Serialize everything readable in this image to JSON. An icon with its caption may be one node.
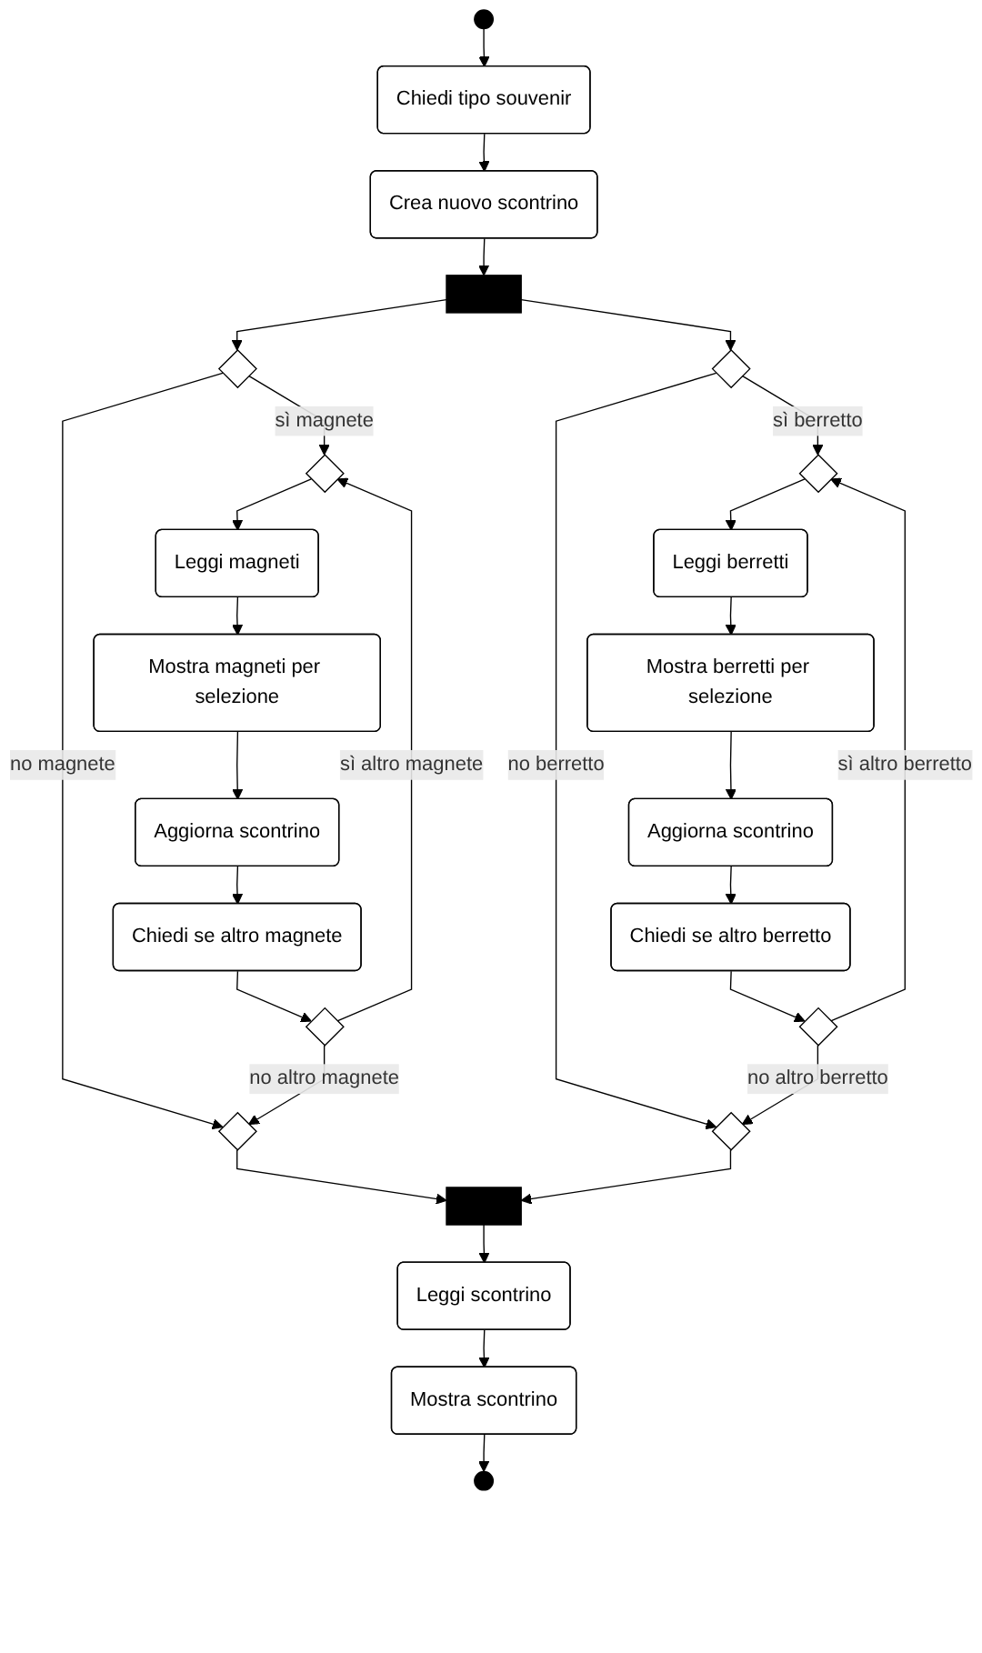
{
  "diagram": {
    "nodes": [
      {
        "text": [],
        "shape": "circle"
      },
      {
        "text": [
          "Chiedi tipo souvenir"
        ]
      },
      {
        "text": [
          "Crea nuovo scontrino"
        ]
      },
      {
        "text": [],
        "shape": "bar"
      },
      {
        "text": [],
        "shape": "diamond"
      },
      {
        "text": [],
        "shape": "diamond"
      },
      {
        "text": [
          "Leggi magneti"
        ]
      },
      {
        "text": [
          "Mostra magneti per selezione"
        ]
      },
      {
        "text": [
          "Aggiorna scontrino"
        ]
      },
      {
        "text": [
          "Chiedi se altro magnete"
        ]
      },
      {
        "text": [],
        "shape": "diamond"
      },
      {
        "text": [],
        "shape": "diamond"
      },
      {
        "text": [],
        "shape": "diamond"
      },
      {
        "text": [],
        "shape": "diamond"
      },
      {
        "text": [
          "Leggi berretti"
        ]
      },
      {
        "text": [
          "Mostra berretti per selezione"
        ]
      },
      {
        "text": [
          "Aggiorna scontrino"
        ]
      },
      {
        "text": [
          "Chiedi se altro berretto"
        ]
      },
      {
        "text": [],
        "shape": "diamond"
      },
      {
        "text": [],
        "shape": "diamond"
      },
      {
        "text": [],
        "shape": "bar"
      },
      {
        "text": [
          "Leggi scontrino"
        ]
      },
      {
        "text": [
          "Mostra scontrino"
        ]
      },
      {
        "text": [],
        "shape": "circle"
      }
    ],
    "edges": [
      {
        "from": 0,
        "to": 1,
        "arrow": "to"
      },
      {
        "from": 1,
        "to": 2,
        "arrow": "to"
      },
      {
        "from": 2,
        "to": 3,
        "arrow": "to"
      },
      {
        "from": 3,
        "to": 4,
        "arrow": "to"
      },
      {
        "from": 3,
        "to": 12,
        "arrow": "to"
      },
      {
        "from": 4,
        "to": 5,
        "arrow": "to",
        "label": "sì magnete"
      },
      {
        "from": 4,
        "to": 11,
        "arrow": "to",
        "label": "no magnete"
      },
      {
        "from": 5,
        "to": 6,
        "arrow": "to"
      },
      {
        "from": 6,
        "to": 7,
        "arrow": "to"
      },
      {
        "from": 7,
        "to": 8,
        "arrow": "to"
      },
      {
        "from": 8,
        "to": 9,
        "arrow": "to"
      },
      {
        "from": 9,
        "to": 10,
        "arrow": "to"
      },
      {
        "from": 10,
        "to": 5,
        "arrow": "to",
        "label": "sì altro magnete"
      },
      {
        "from": 10,
        "to": 11,
        "arrow": "to",
        "label": "no altro magnete"
      },
      {
        "from": 11,
        "to": 20,
        "arrow": "to"
      },
      {
        "from": 12,
        "to": 13,
        "arrow": "to",
        "label": "sì berretto"
      },
      {
        "from": 12,
        "to": 19,
        "arrow": "to",
        "label": "no berretto"
      },
      {
        "from": 13,
        "to": 14,
        "arrow": "to"
      },
      {
        "from": 14,
        "to": 15,
        "arrow": "to"
      },
      {
        "from": 15,
        "to": 16,
        "arrow": "to"
      },
      {
        "from": 16,
        "to": 17,
        "arrow": "to"
      },
      {
        "from": 17,
        "to": 18,
        "arrow": "to"
      },
      {
        "from": 18,
        "to": 13,
        "arrow": "to",
        "label": "sì altro berretto"
      },
      {
        "from": 18,
        "to": 19,
        "arrow": "to",
        "label": "no altro berretto"
      },
      {
        "from": 19,
        "to": 20,
        "arrow": "to"
      },
      {
        "from": 20,
        "to": 21,
        "arrow": "to"
      },
      {
        "from": 21,
        "to": 22,
        "arrow": "to"
      },
      {
        "from": 22,
        "to": 23,
        "arrow": "to"
      }
    ]
  }
}
